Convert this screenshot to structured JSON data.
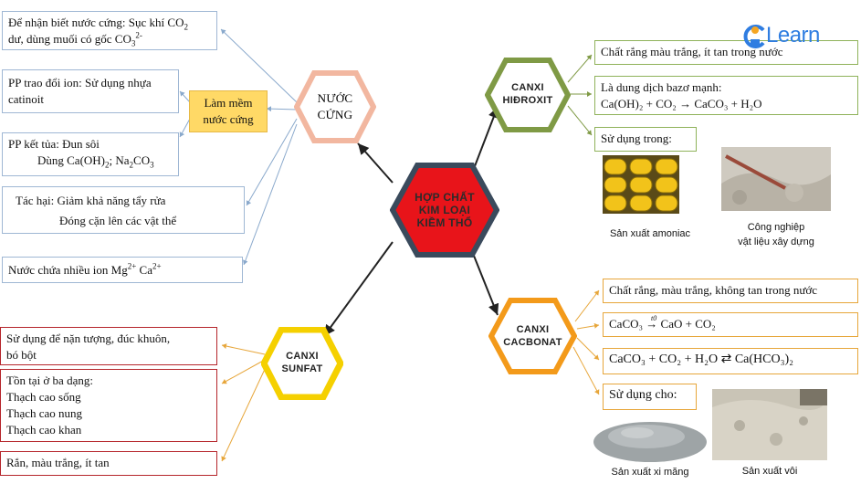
{
  "center": {
    "line1": "HỢP CHẤT",
    "line2": "KIM LOẠI",
    "line3": "KIỀM THỔ"
  },
  "hard_water": {
    "title1": "NƯỚC",
    "title2": "CỨNG",
    "softening": {
      "line1": "Làm mềm",
      "line2": "nước cứng"
    },
    "detect": {
      "line1a": "Để nhận biết nước cứng: Sục khí CO",
      "sub1": "2",
      "line2a": "dư, dùng muối có gốc CO",
      "sub2": "3",
      "sup2": "2-"
    },
    "ion_exchange": {
      "line1": "PP trao đổi ion: Sử dụng nhựa",
      "line2": "catinoit"
    },
    "precip": {
      "line1": "PP kết tủa: Đun sôi",
      "line2a": "Dùng Ca(OH)",
      "sub1": "2",
      "line2b": "; Na",
      "sub2": "2",
      "line2c": "CO",
      "sub3": "3"
    },
    "harm": {
      "line1": "Tác hại: Giảm khả năng tẩy rửa",
      "line2": "Đóng cặn lên các vật thể"
    },
    "ions": {
      "text": "Nước chứa nhiều ion Mg",
      "sup1": "2+",
      "mid": " Ca",
      "sup2": "2+"
    }
  },
  "hydroxide": {
    "title1": "CANXI",
    "title2": "HIĐROXIT",
    "prop1": "Chất rắng màu trắng, ít tan trong nước",
    "prop2": {
      "line1": "Là dung dịch bazơ mạnh:",
      "eq": "Ca(OH)₂  + CO₂ → CaCO₃ + H₂O"
    },
    "uses_label": "Sử dụng trong:",
    "cap1": "Sản xuất amoniac",
    "cap2a": "Công nghiệp",
    "cap2b": "vật liệu xây dựng"
  },
  "sulfate": {
    "title1": "CANXI",
    "title2": "SUNFAT",
    "use": {
      "line1": "Sử dụng để nặn tượng, đúc khuôn,",
      "line2": "bó bột"
    },
    "forms": {
      "line1": "Tồn tại ở ba dạng:",
      "line2": "Thạch cao sống",
      "line3": "Thạch cao nung",
      "line4": "Thạch cao khan"
    },
    "prop": "Rắn, màu trắng, ít tan"
  },
  "carbonate": {
    "title1": "CANXI",
    "title2": "CACBONAT",
    "prop": "Chất rắng, màu trắng, không tan trong nước",
    "eq1": "CaCO₃ → CaO + CO₂",
    "eq1_cond": "t0",
    "eq2": "CaCO₃ + CO₂ + H₂O ⇄ Ca(HCO₃)₂",
    "uses_label": "Sử dụng cho:",
    "cap1": "Sản xuất xi măng",
    "cap2": "Sản xuất vôi"
  },
  "logo": {
    "text": "Learn",
    "prefix": "co"
  },
  "colors": {
    "center": "#e8141a",
    "center_border": "#3a4a5c",
    "hard_water": "#f2b7a0",
    "hydroxide": "#7f9a45",
    "sulfate": "#f5d000",
    "carbonate": "#f39a1a",
    "note": "#ffd966",
    "logo": "#2f7de1",
    "logo_accent": "#f5a623"
  }
}
